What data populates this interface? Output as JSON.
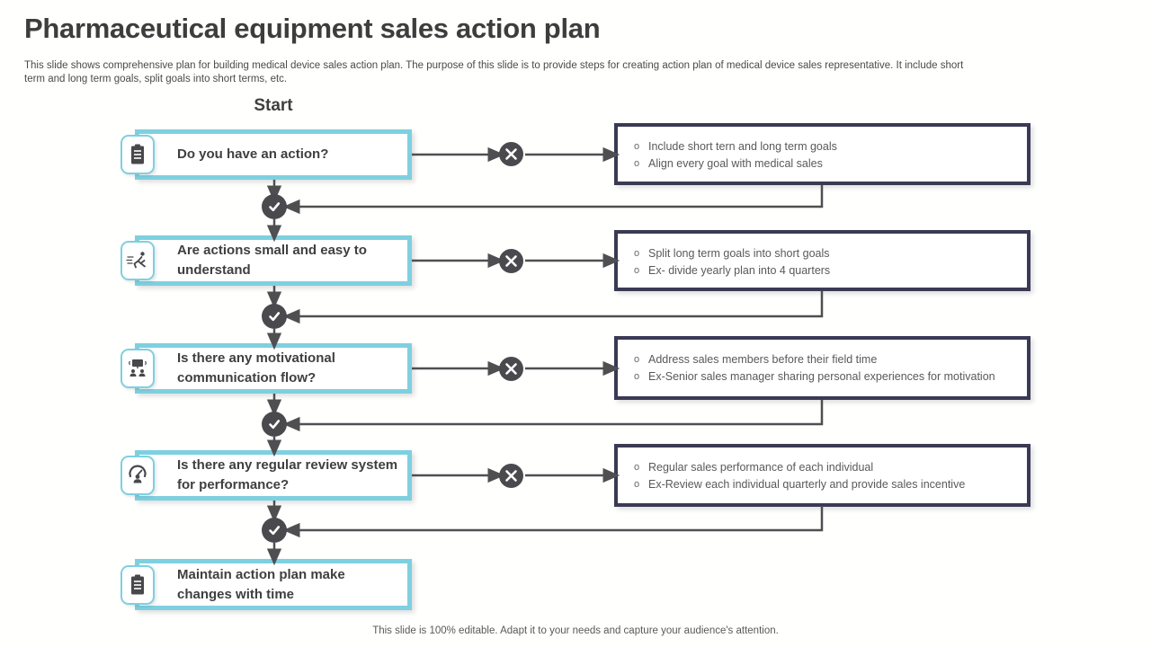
{
  "slide": {
    "title": "Pharmaceutical equipment sales action plan",
    "subtitle": "This slide shows comprehensive plan for building medical device sales action plan. The purpose of this slide is to provide steps for creating action plan of medical device sales representative. It include short term and long term goals, split goals into short terms, etc.",
    "start_label": "Start",
    "footer": "This slide is 100% editable. Adapt it to your needs and capture your audience's attention."
  },
  "colors": {
    "accent_cyan": "#7ed0e0",
    "navy_border": "#3a3a55",
    "connector_gray": "#4f4f52",
    "circle_gray": "#4a4a4e",
    "question_text": "#3f3f3f",
    "note_text": "#595959"
  },
  "markers": {
    "bullet": "o",
    "reject_icon": "x-circle-icon",
    "accept_icon": "check-circle-icon"
  },
  "steps": [
    {
      "question": "Do you have an action?",
      "icon": "clipboard-icon",
      "notes": [
        "Include short tern and long term goals",
        "Align every goal with medical sales"
      ]
    },
    {
      "question": "Are actions small and easy to understand",
      "icon": "runner-icon",
      "notes": [
        "Split long term goals into short goals",
        "Ex- divide yearly plan into 4 quarters"
      ]
    },
    {
      "question": "Is there any motivational communication flow?",
      "icon": "communication-icon",
      "notes": [
        "Address sales members before their field time",
        "Ex-Senior sales manager sharing personal experiences for motivation"
      ]
    },
    {
      "question": "Is there any regular review system for performance?",
      "icon": "performance-gauge-icon",
      "notes": [
        "Regular sales performance of each individual",
        "Ex-Review each individual  quarterly and provide sales incentive"
      ]
    },
    {
      "question": "Maintain action plan make changes with time",
      "icon": "clipboard-icon",
      "notes": []
    }
  ]
}
